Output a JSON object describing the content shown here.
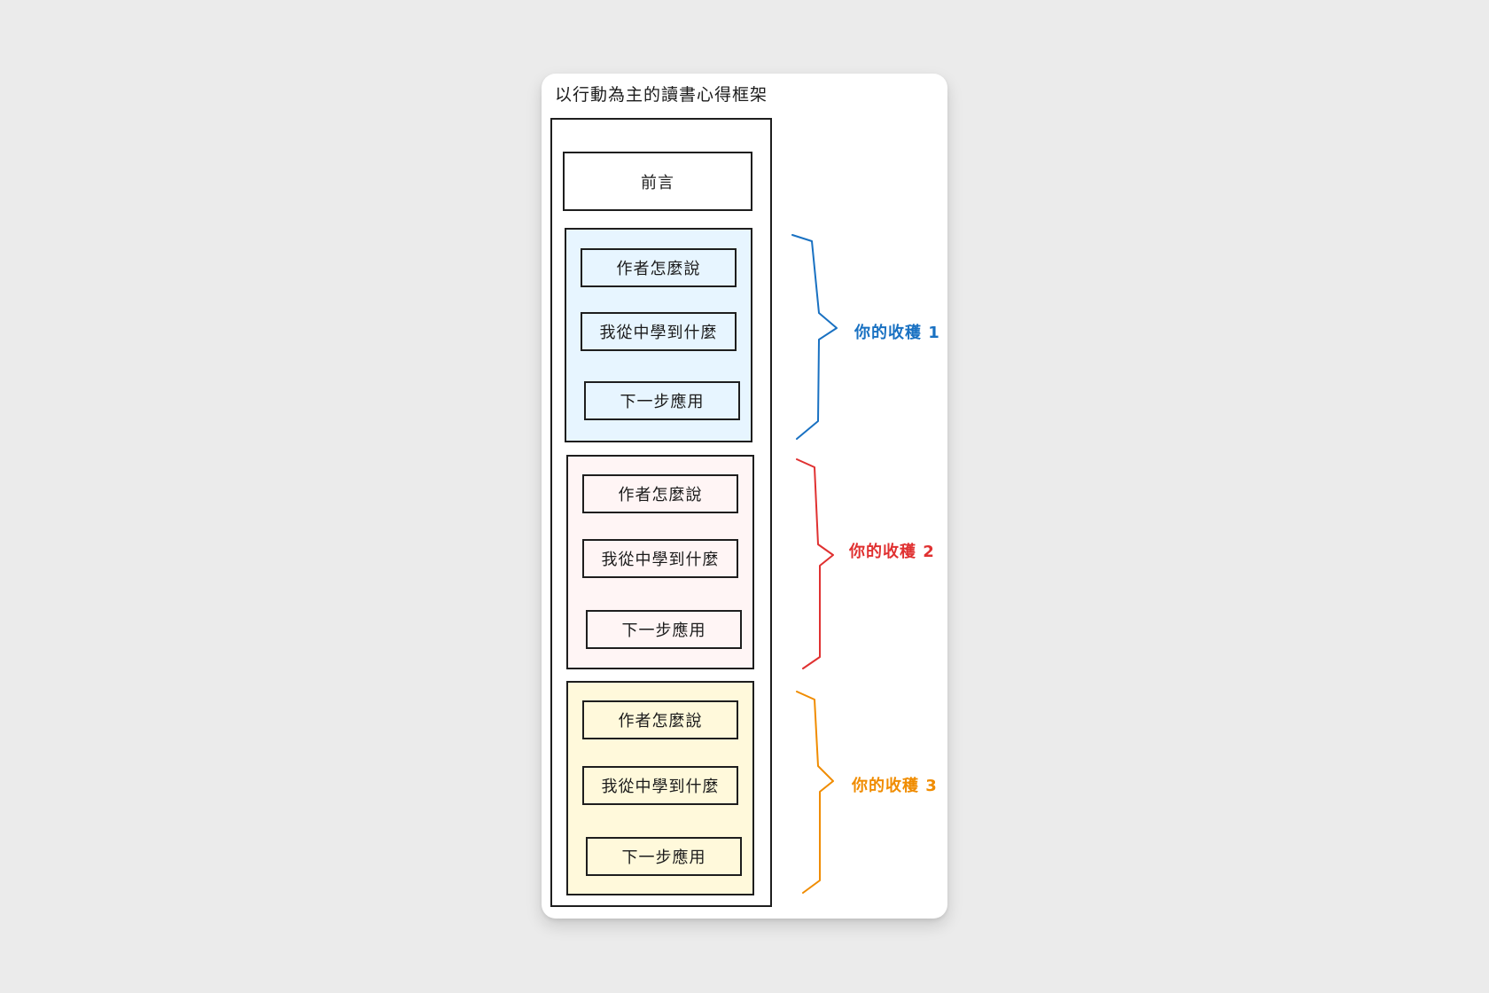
{
  "title": "以行動為主的讀書心得框架",
  "intro": "前言",
  "groups": [
    {
      "items": [
        "作者怎麼說",
        "我從中學到什麼",
        "下一步應用"
      ],
      "harvest": "你的收穫 1",
      "fill": "#e7f5ff",
      "color": "#1971c2"
    },
    {
      "items": [
        "作者怎麼說",
        "我從中學到什麼",
        "下一步應用"
      ],
      "harvest": "你的收穫 2",
      "fill": "#fff5f5",
      "color": "#e03131"
    },
    {
      "items": [
        "作者怎麼說",
        "我從中學到什麼",
        "下一步應用"
      ],
      "harvest": "你的收穫 3",
      "fill": "#fff9db",
      "color": "#f08c00"
    }
  ]
}
